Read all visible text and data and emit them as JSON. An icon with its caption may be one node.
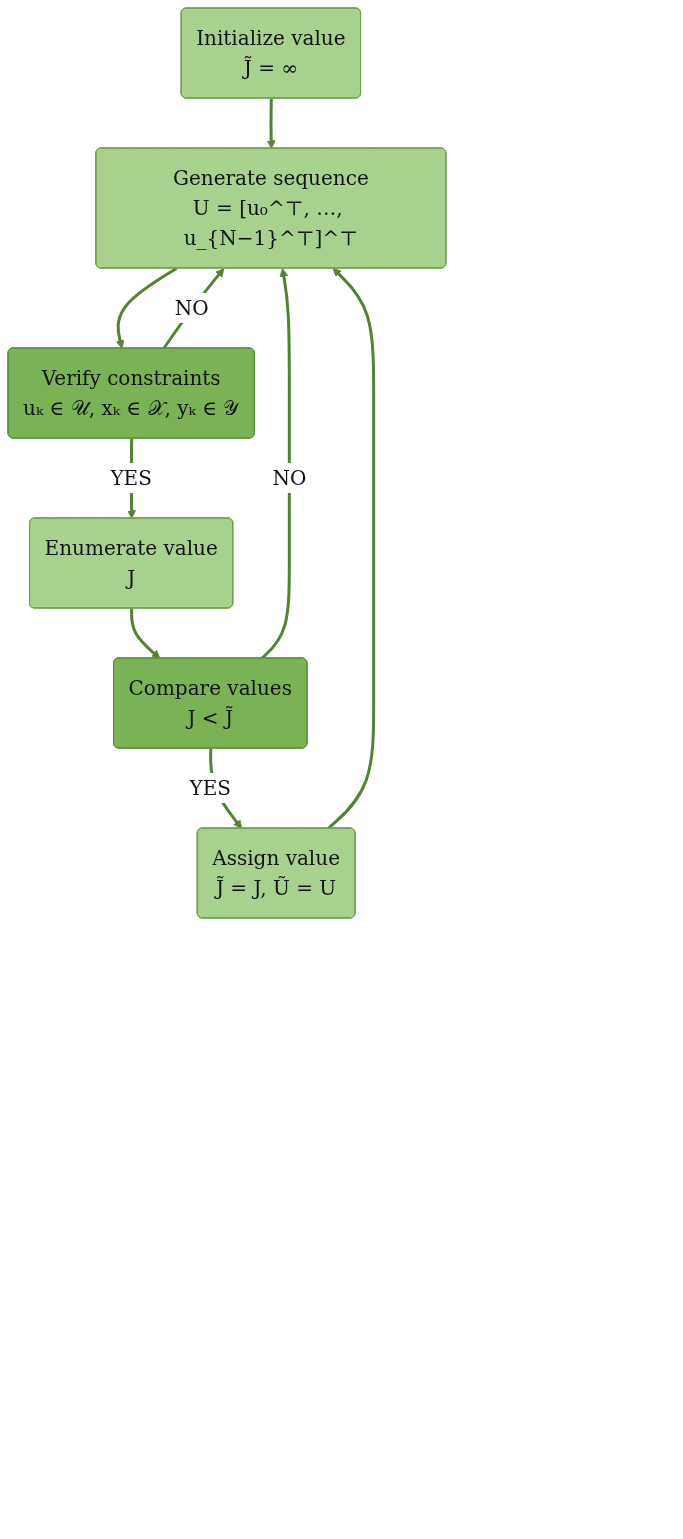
{
  "diagram": {
    "nodes": [
      {
        "text": [
          "Initialize value",
          "J̃ = ∞"
        ]
      },
      {
        "text": [
          "Generate sequence",
          "U = [u₀^⊤, …, u_{N−1}^⊤]^⊤"
        ]
      },
      {
        "text": [
          "Verify constraints",
          "uₖ ∈ 𝒰, xₖ ∈ 𝒳, yₖ ∈ 𝒴"
        ]
      },
      {
        "text": [
          "Enumerate value",
          "J"
        ]
      },
      {
        "text": [
          "Compare values",
          "J < J̃"
        ]
      },
      {
        "text": [
          "Assign value",
          "J̃ = J, Ũ = U"
        ]
      }
    ],
    "edges": [
      {
        "from": 0,
        "to": 1,
        "arrow": "to"
      },
      {
        "from": 1,
        "to": 2,
        "arrow": "to"
      },
      {
        "from": 2,
        "to": 3,
        "arrow": "to",
        "label": "YES"
      },
      {
        "from": 3,
        "to": 4,
        "arrow": "to"
      },
      {
        "from": 4,
        "to": 5,
        "arrow": "to",
        "label": "YES"
      },
      {
        "from": 2,
        "to": 1,
        "arrow": "to",
        "label": "NO"
      },
      {
        "from": 4,
        "to": 1,
        "arrow": "to",
        "label": "NO"
      },
      {
        "from": 5,
        "to": 1,
        "arrow": "to"
      }
    ]
  }
}
